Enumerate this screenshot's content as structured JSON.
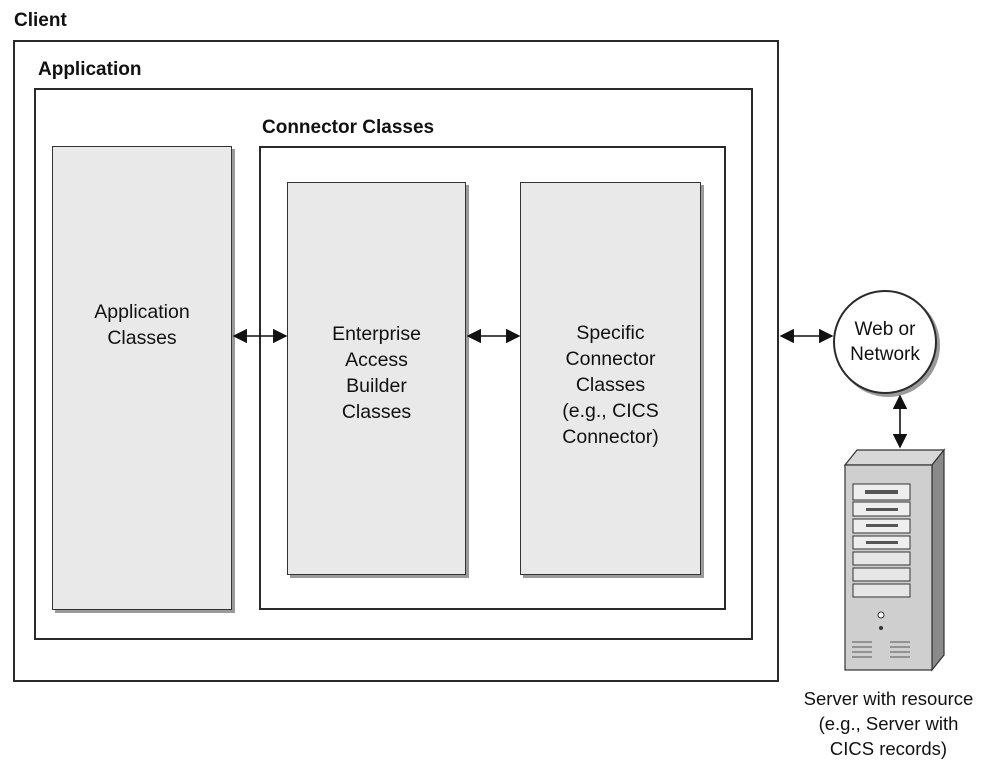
{
  "labels": {
    "client": "Client",
    "application": "Application",
    "connector_classes": "Connector Classes"
  },
  "boxes": {
    "application_classes": "Application\nClasses",
    "eab_classes": "Enterprise\nAccess\nBuilder\nClasses",
    "specific_connector": "Specific\nConnector\nClasses\n(e.g., CICS\nConnector)"
  },
  "network": "Web or\nNetwork",
  "server_caption": "Server with resource\n(e.g., Server with\nCICS records)",
  "icons": {
    "server": "server-tower-icon",
    "arrow": "double-headed-arrow-icon"
  },
  "colors": {
    "box_fill": "#e9e9e9",
    "shadow": "#9a9a9a",
    "stroke": "#2a2a2a"
  }
}
